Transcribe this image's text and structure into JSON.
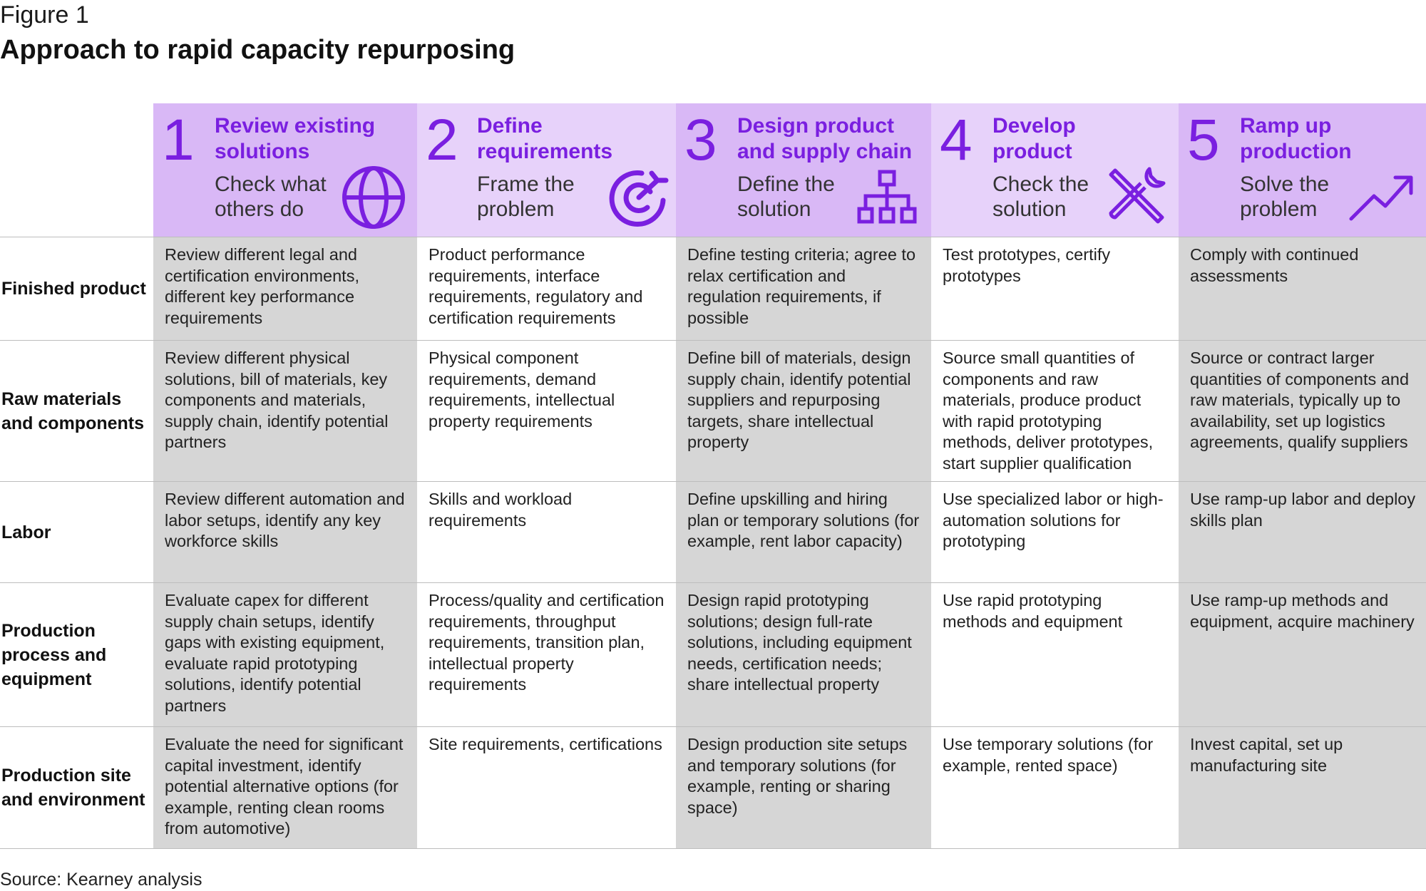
{
  "figure_label": "Figure 1",
  "title": "Approach to rapid capacity repurposing",
  "source": "Source: Kearney analysis",
  "colors": {
    "accent": "#7a1fe0",
    "header_dark": "#d9b8f6",
    "header_light": "#e7d2fa",
    "cell_gray": "#d6d6d6"
  },
  "steps": [
    {
      "number": "1",
      "title_line1": "Review existing",
      "title_line2": "solutions",
      "sub_line1": "Check what",
      "sub_line2": "others do",
      "icon": "globe-icon"
    },
    {
      "number": "2",
      "title_line1": "Define",
      "title_line2": "requirements",
      "sub_line1": "Frame the",
      "sub_line2": "problem",
      "icon": "target-arrow-icon"
    },
    {
      "number": "3",
      "title_line1": "Design product",
      "title_line2": "and supply chain",
      "sub_line1": "Define the",
      "sub_line2": "solution",
      "icon": "org-chart-icon"
    },
    {
      "number": "4",
      "title_line1": "Develop",
      "title_line2": "product",
      "sub_line1": "Check the",
      "sub_line2": "solution",
      "icon": "tools-icon"
    },
    {
      "number": "5",
      "title_line1": "Ramp up",
      "title_line2": "production",
      "sub_line1": "Solve the",
      "sub_line2": "problem",
      "icon": "trend-up-icon"
    }
  ],
  "rows": [
    {
      "label": "Finished product",
      "cells": [
        "Review different legal and certification environments, different key performance requirements",
        "Product performance requirements, interface requirements, regulatory and certification requirements",
        "Define testing criteria; agree to relax certification and regulation requirements, if possible",
        "Test prototypes, certify prototypes",
        "Comply with continued assessments"
      ]
    },
    {
      "label": "Raw materials and components",
      "cells": [
        "Review different physical solutions, bill of materials, key components and materials, supply chain, identify potential partners",
        "Physical component requirements, demand requirements, intellectual property requirements",
        "Define bill of materials, design supply chain, identify potential suppliers and repurposing targets, share intellectual property",
        "Source small quantities of components and raw materials, produce product with rapid prototyping methods, deliver prototypes, start supplier qualification",
        "Source or contract larger quantities of components and raw materials, typically up to availability, set up logistics agreements, qualify suppliers"
      ]
    },
    {
      "label": "Labor",
      "cells": [
        "Review different automation and labor setups, identify any key workforce skills",
        "Skills and workload requirements",
        "Define upskilling and hiring plan or temporary solutions (for example, rent labor capacity)",
        "Use specialized labor or high-automation solutions for prototyping",
        "Use ramp-up labor and deploy skills plan"
      ]
    },
    {
      "label": "Production process and equipment",
      "cells": [
        "Evaluate capex for different supply chain setups, identify gaps with existing equipment, evaluate rapid prototyping solutions, identify potential partners",
        "Process/quality and certification requirements, throughput requirements, transition plan, intellectual property requirements",
        "Design rapid prototyping solutions; design full-rate solutions, including equipment needs, certification needs; share intellectual property",
        "Use rapid prototyping methods and equipment",
        "Use ramp-up methods and equipment, acquire machinery"
      ]
    },
    {
      "label": "Production site and environment",
      "cells": [
        "Evaluate the need for significant capital investment, identify potential alternative options (for example, renting clean rooms from automotive)",
        "Site requirements, certifications",
        "Design production site setups and temporary solutions (for example, renting or sharing space)",
        "Use temporary solutions (for example, rented space)",
        "Invest capital, set up manufacturing site"
      ]
    }
  ]
}
